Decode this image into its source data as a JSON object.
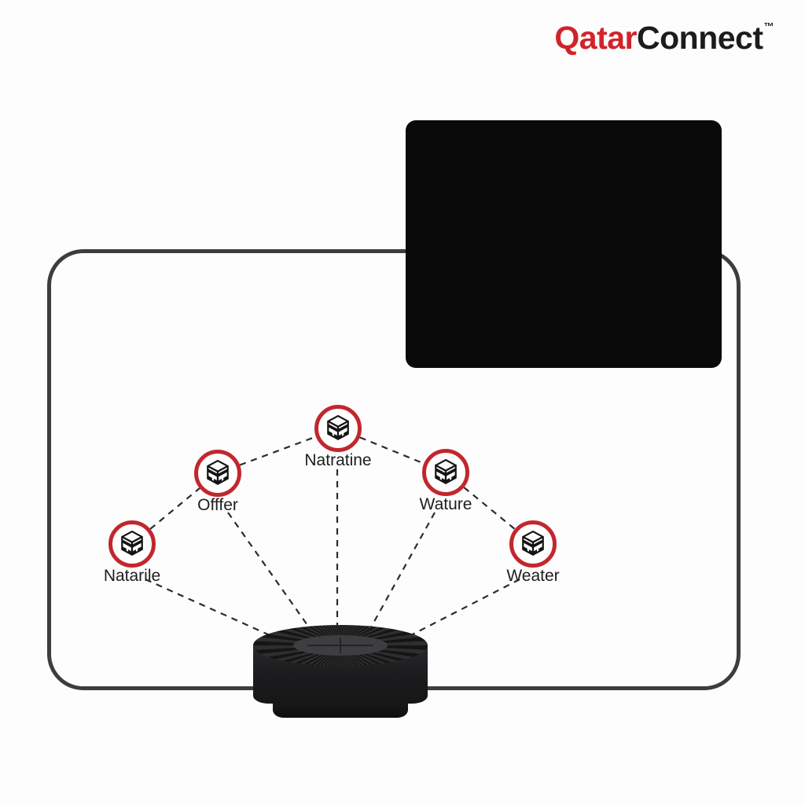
{
  "brand": {
    "logo_primary": "Qatar",
    "logo_secondary": "Connect",
    "trademark": "™",
    "logo_primary_color": "#d2232a",
    "logo_secondary_color": "#1c1c1c"
  },
  "device": {
    "board_outline_color": "#3d3d3d",
    "screen_color": "#0a0a0a",
    "hub_color": "#1d1d1f"
  },
  "diagram": {
    "connection_style": "dashed",
    "connection_color": "#2c2c2c",
    "node_ring_color": "#c2272d",
    "node_icon": "isometric-cube-stack-icon",
    "hub_icon": "plus-mark-icon",
    "nodes": [
      {
        "label": "Natarile"
      },
      {
        "label": "Offfer"
      },
      {
        "label": "Natratine"
      },
      {
        "label": "Wature"
      },
      {
        "label": "Weater"
      }
    ]
  }
}
